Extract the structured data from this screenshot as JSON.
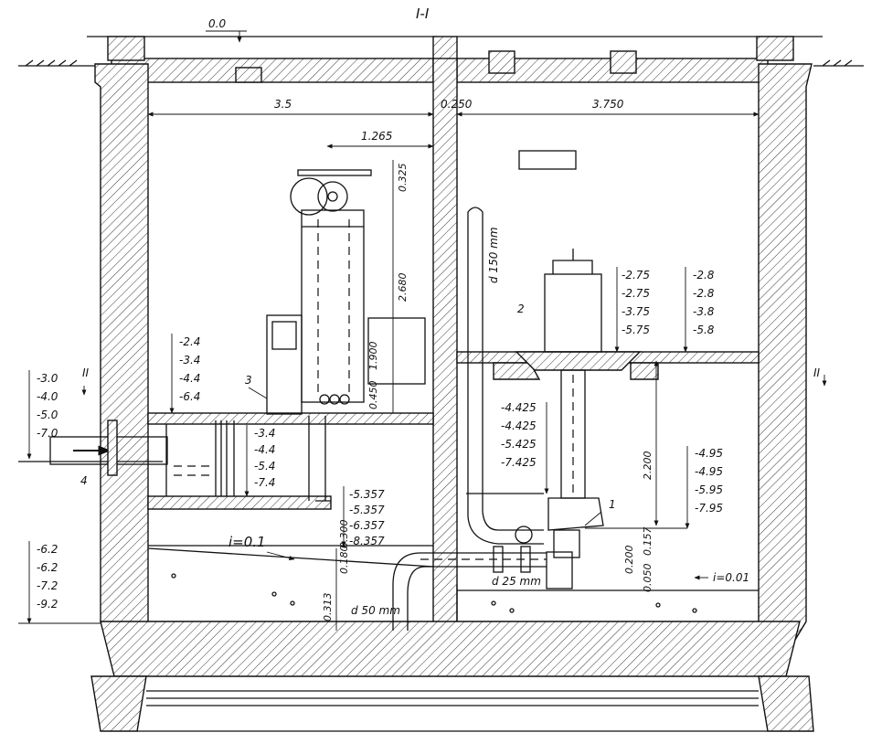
{
  "section_title": "I-I",
  "surface_mark": "0.0",
  "dims": {
    "left_span": "3.5",
    "wall": "0.250",
    "right_span": "3.750",
    "d1265": "1.265",
    "d0325": "0.325",
    "d2680": "2.680",
    "d1900": "1.900",
    "d0450": "0.450",
    "d2200": "2.200",
    "d0157": "0.157",
    "d0200": "0.200",
    "d050": "0.050",
    "d0313": "0.313",
    "d0180": "0.180",
    "d0300": "0.300"
  },
  "marks": {
    "inlet": [
      "-3.0",
      "-4.0",
      "-5.0",
      "-7.0"
    ],
    "channel_top": [
      "-2.4",
      "-3.4",
      "-4.4",
      "-6.4"
    ],
    "channel_water": [
      "-3.4",
      "-4.4",
      "-5.4",
      "-7.4"
    ],
    "sump_bottom": [
      "-6.2",
      "-6.2",
      "-7.2",
      "-9.2"
    ],
    "pipe_level": [
      "-5.357",
      "-5.357",
      "-6.357",
      "-8.357"
    ],
    "floor_a": [
      "-2.75",
      "-2.75",
      "-3.75",
      "-5.75"
    ],
    "floor_b": [
      "-2.8",
      "-2.8",
      "-3.8",
      "-5.8"
    ],
    "pump_level": [
      "-4.425",
      "-4.425",
      "-5.425",
      "-7.425"
    ],
    "pit_level": [
      "-4.95",
      "-4.95",
      "-5.95",
      "-7.95"
    ]
  },
  "labels": {
    "pipe150": "d 150 mm",
    "pipe50": "d 50 mm",
    "pipe25": "d 25 mm",
    "slope_left": "i=0.1",
    "slope_right": "i=0.01",
    "n1": "1",
    "n2": "2",
    "n3": "3",
    "n4": "4",
    "sec_left": "II",
    "sec_right": "II"
  }
}
